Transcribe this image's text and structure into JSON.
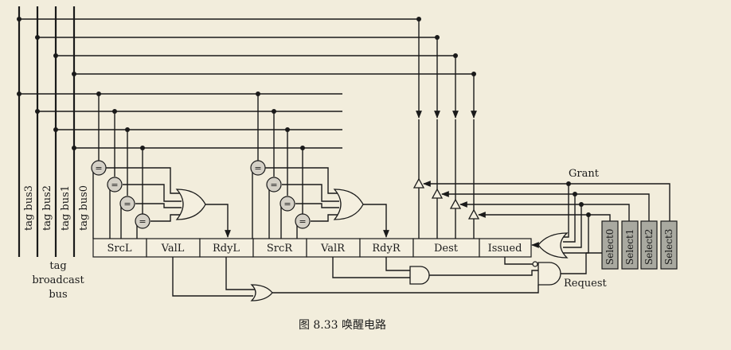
{
  "bus": {
    "lines": [
      "tag bus3",
      "tag bus2",
      "tag bus1",
      "tag bus0"
    ],
    "caption": [
      "tag",
      "broadcast",
      "bus"
    ]
  },
  "fields": [
    "SrcL",
    "ValL",
    "RdyL",
    "SrcR",
    "ValR",
    "RdyR",
    "Dest",
    "Issued"
  ],
  "comparator_symbol": "=",
  "selects": [
    "Select0",
    "Select1",
    "Select2",
    "Select3"
  ],
  "labels": {
    "grant": "Grant",
    "request": "Request"
  },
  "figure_caption": "图 8.33   唤醒电路"
}
